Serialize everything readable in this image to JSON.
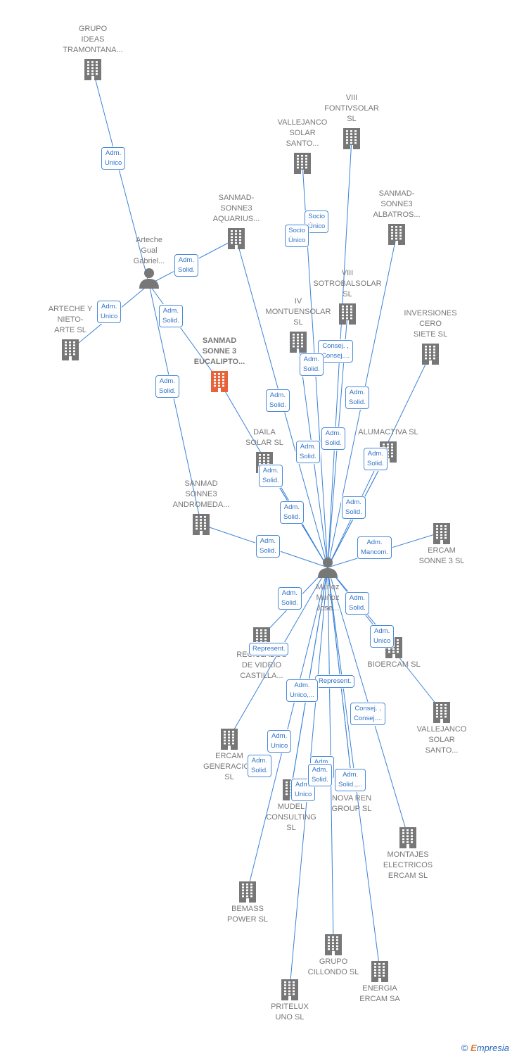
{
  "colors": {
    "node": "#777777",
    "focus": "#e8623a",
    "edge": "#3b82d8",
    "badge_text": "#2f72c7"
  },
  "people": [
    {
      "id": "p1",
      "label": "Arteche\nGual\nGabriel..."
    },
    {
      "id": "p2",
      "label": "Muñoz\nMuñoz\nJose..."
    }
  ],
  "companies": [
    {
      "id": "c1",
      "label": "GRUPO\nIDEAS\nTRAMONTANA...",
      "icon": "building-icon"
    },
    {
      "id": "c2",
      "label": "VIII\nFONTIVSOLAR\nSL",
      "icon": "building-icon"
    },
    {
      "id": "c3",
      "label": "VALLEJANCO\nSOLAR\nSANTO...",
      "icon": "building-icon"
    },
    {
      "id": "c4",
      "label": "SANMAD-\nSONNE3\nAQUARIUS...",
      "icon": "building-icon"
    },
    {
      "id": "c5",
      "label": "SANMAD-\nSONNE3\nALBATROS...",
      "icon": "building-icon"
    },
    {
      "id": "c6",
      "label": "VIII\nSOTROBALSOLAR\nSL",
      "icon": "building-icon"
    },
    {
      "id": "c7",
      "label": "IV\nMONTUENSOLAR\nSL",
      "icon": "building-icon"
    },
    {
      "id": "c8",
      "label": "ARTECHE Y\nNIETO-\nARTE  SL",
      "icon": "building-icon"
    },
    {
      "id": "c9",
      "label": "INVERSIONES\nCERO\nSIETE  SL",
      "icon": "building-icon"
    },
    {
      "id": "c10",
      "label": "SANMAD\nSONNE 3\nEUCALIPTO...",
      "icon": "building-icon"
    },
    {
      "id": "c11",
      "label": "DAILA\nSOLAR SL",
      "icon": "building-icon"
    },
    {
      "id": "c12",
      "label": "ALUMACTIVA SL",
      "icon": "building-icon"
    },
    {
      "id": "c13",
      "label": "SANMAD\nSONNE3\nANDROMEDA...",
      "icon": "building-icon"
    },
    {
      "id": "c14",
      "label": "ERCAM\nSONNE 3  SL",
      "icon": "building-icon"
    },
    {
      "id": "c15",
      "label": "RECICLADOS\nDE VIDRIO\nCASTILLA...",
      "icon": "building-icon"
    },
    {
      "id": "c16",
      "label": "BIOERCAM SL",
      "icon": "building-icon"
    },
    {
      "id": "c17",
      "label": "VALLEJANCO\nSOLAR\nSANTO...",
      "icon": "building-icon"
    },
    {
      "id": "c18",
      "label": "ERCAM\nGENERACION\nSL",
      "icon": "building-icon"
    },
    {
      "id": "c19",
      "label": "MUDEL\nCONSULTING\nSL",
      "icon": "building-icon"
    },
    {
      "id": "c20",
      "label": "NOVA REN\nGROUP  SL",
      "icon": "building-icon"
    },
    {
      "id": "c21",
      "label": "MONTAJES\nELECTRICOS\nERCAM SL",
      "icon": "building-icon"
    },
    {
      "id": "c22",
      "label": "BEMASS\nPOWER  SL",
      "icon": "building-icon"
    },
    {
      "id": "c23",
      "label": "GRUPO\nCILLONDO  SL",
      "icon": "building-icon"
    },
    {
      "id": "c24",
      "label": "ENERGIA\nERCAM SA",
      "icon": "building-icon"
    },
    {
      "id": "c25",
      "label": "PRITELUX\nUNO SL",
      "icon": "building-icon"
    }
  ],
  "roles": [
    "Adm.\nUnico",
    "Adm.\nSolid.",
    "Adm.\nUnico",
    "Adm.\nSolid.",
    "Adm.\nSolid.",
    "Socio\nÚnico",
    "Socio\nÚnico",
    "Consej. ,\nConsej....",
    "Adm.\nSolid.",
    "Adm.\nSolid.",
    "Adm.\nSolid.",
    "Adm.\nSolid.",
    "Adm.\nSolid.",
    "Adm.\nSolid.",
    "Adm.\nSolid.",
    "Adm.\nSolid.",
    "Adm.\nSolid.",
    "Adm.\nSolid.",
    "Adm.\nMancom.",
    "Adm.\nSolid.",
    "Adm.\nSolid.",
    "Adm.\nUnico",
    "Represent.",
    "Represent.",
    "Adm.\nUnico,...",
    "Consej. ,\nConsej....",
    "Adm.\nUnico",
    "Adm.\nSolid.",
    "Adm.\nSolid.",
    "Adm.\nSolid.,...",
    "Adm.\nUnico",
    "Adm.\nSolid."
  ],
  "footer": {
    "copyright": "©",
    "brand_initial": "E",
    "brand_rest": "mpresia"
  }
}
